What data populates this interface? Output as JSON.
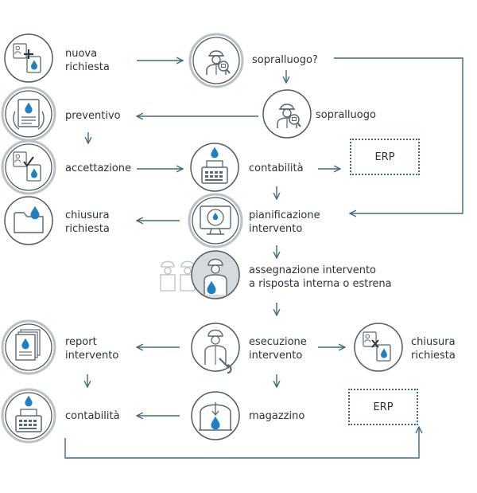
{
  "colors": {
    "line": "#3f6a7a",
    "circle": "#4f5b62",
    "icon": "#5a6770",
    "drop": "#1e7fc3",
    "text": "#2b3338",
    "faded": "#b9c1c5",
    "shaded": "#d6dadc"
  },
  "labels": {
    "nuova_richiesta": "nuova\nrichiesta",
    "sopralluogo_q": "sopralluogo?",
    "preventivo": "preventivo",
    "sopralluogo": "sopralluogo",
    "accettazione": "accettazione",
    "contabilita_1": "contabilità",
    "erp_1": "ERP",
    "chiusura_richiesta_1": "chiusura\nrichiesta",
    "pianificazione": "pianificazione\nintervento",
    "assegnazione": "assegnazione intervento\na risposta interna o estrena",
    "report": "report\nintervento",
    "esecuzione": "esecuzione\nintervento",
    "chiusura_richiesta_2": "chiusura\nrichiesta",
    "contabilita_2": "contabilità",
    "magazzino": "magazzino",
    "erp_2": "ERP"
  },
  "icons": {
    "nuova_richiesta": "new-request-icon",
    "sopralluogo_q": "inspector-icon",
    "preventivo": "quote-document-icon",
    "sopralluogo": "inspector-icon",
    "accettazione": "acceptance-icon",
    "contabilita_1": "cash-register-icon",
    "chiusura_richiesta_1": "folder-icon",
    "pianificazione": "monitor-clock-icon",
    "assegnazione": "workers-icon",
    "report": "report-icon",
    "esecuzione": "technician-icon",
    "chiusura_richiesta_2": "close-request-icon",
    "contabilita_2": "cash-register-icon",
    "magazzino": "warehouse-icon"
  }
}
